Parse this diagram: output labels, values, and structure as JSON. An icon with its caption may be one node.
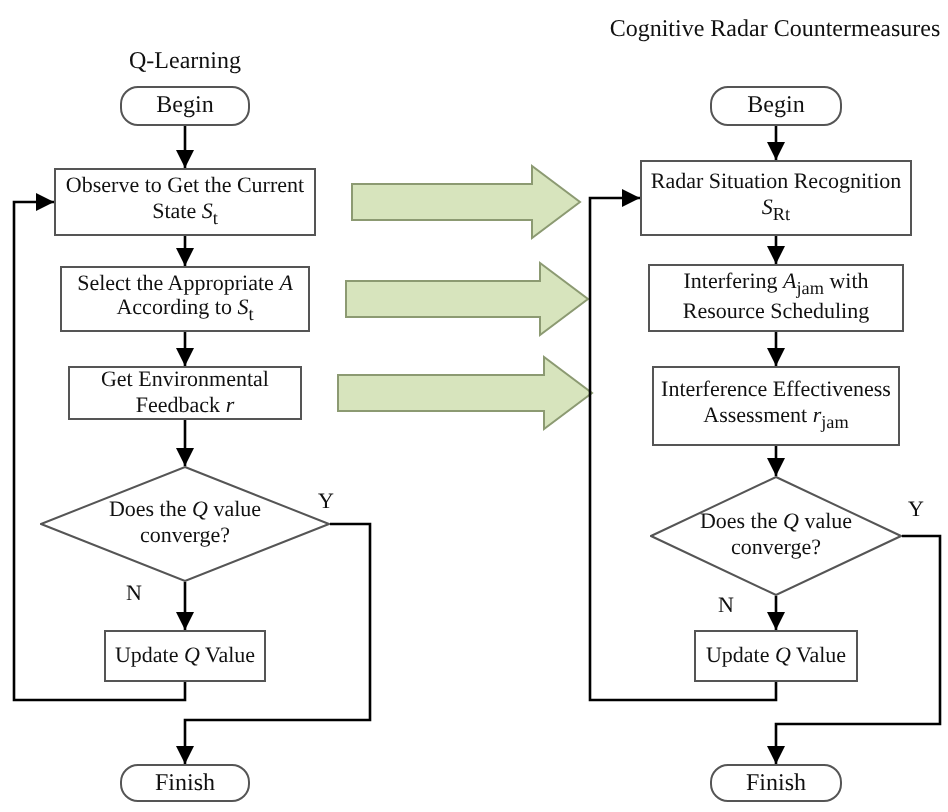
{
  "diagram": {
    "nodes": [
      {
        "text": [
          "Begin"
        ]
      },
      {
        "text": [
          "Observe to Get the Current State *S*$_{t}$"
        ]
      },
      {
        "text": [
          "Select the Appropriate *A* According to *S*$_{t}$"
        ]
      },
      {
        "text": [
          "Get Environmental Feedback *r*"
        ]
      },
      {
        "text": [
          "Does the *Q* value converge?"
        ]
      },
      {
        "text": [
          "Update *Q* Value"
        ]
      },
      {
        "text": [
          "Finish"
        ]
      },
      {
        "text": [
          "Begin"
        ]
      },
      {
        "text": [
          "Radar Situation Recognition *S*$_{Rt}$"
        ]
      },
      {
        "text": [
          "Interfering *A*$_{jam}$ with Resource Scheduling"
        ]
      },
      {
        "text": [
          "Interference Effectiveness Assessment *r*$_{jam}$"
        ]
      },
      {
        "text": [
          "Does the *Q* value converge?"
        ]
      },
      {
        "text": [
          "Update *Q* Value"
        ]
      },
      {
        "text": [
          "Finish"
        ]
      }
    ],
    "edges": [
      {
        "from": 0,
        "to": 1,
        "arrow": "to"
      },
      {
        "from": 1,
        "to": 2,
        "arrow": "to"
      },
      {
        "from": 2,
        "to": 3,
        "arrow": "to"
      },
      {
        "from": 3,
        "to": 4,
        "arrow": "to"
      },
      {
        "from": 4,
        "to": 5,
        "arrow": "to",
        "label": "N"
      },
      {
        "from": 5,
        "to": 1,
        "arrow": "to"
      },
      {
        "from": 4,
        "to": 6,
        "arrow": "to",
        "label": "Y"
      },
      {
        "from": 1,
        "to": 8,
        "arrow": "to",
        "style": "thick",
        "color": "#d7e4bd"
      },
      {
        "from": 2,
        "to": 9,
        "arrow": "to",
        "style": "thick",
        "color": "#d7e4bd"
      },
      {
        "from": 3,
        "to": 10,
        "arrow": "to",
        "style": "thick",
        "color": "#d7e4bd"
      },
      {
        "from": 7,
        "to": 8,
        "arrow": "to"
      },
      {
        "from": 8,
        "to": 9,
        "arrow": "to"
      },
      {
        "from": 9,
        "to": 10,
        "arrow": "to"
      },
      {
        "from": 10,
        "to": 11,
        "arrow": "to"
      },
      {
        "from": 11,
        "to": 12,
        "arrow": "to",
        "label": "N"
      },
      {
        "from": 12,
        "to": 8,
        "arrow": "to"
      },
      {
        "from": 11,
        "to": 13,
        "arrow": "to",
        "label": "Y"
      }
    ],
    "labels": [
      "Q-Learning",
      "Cognitive Radar Countermeasures"
    ]
  }
}
